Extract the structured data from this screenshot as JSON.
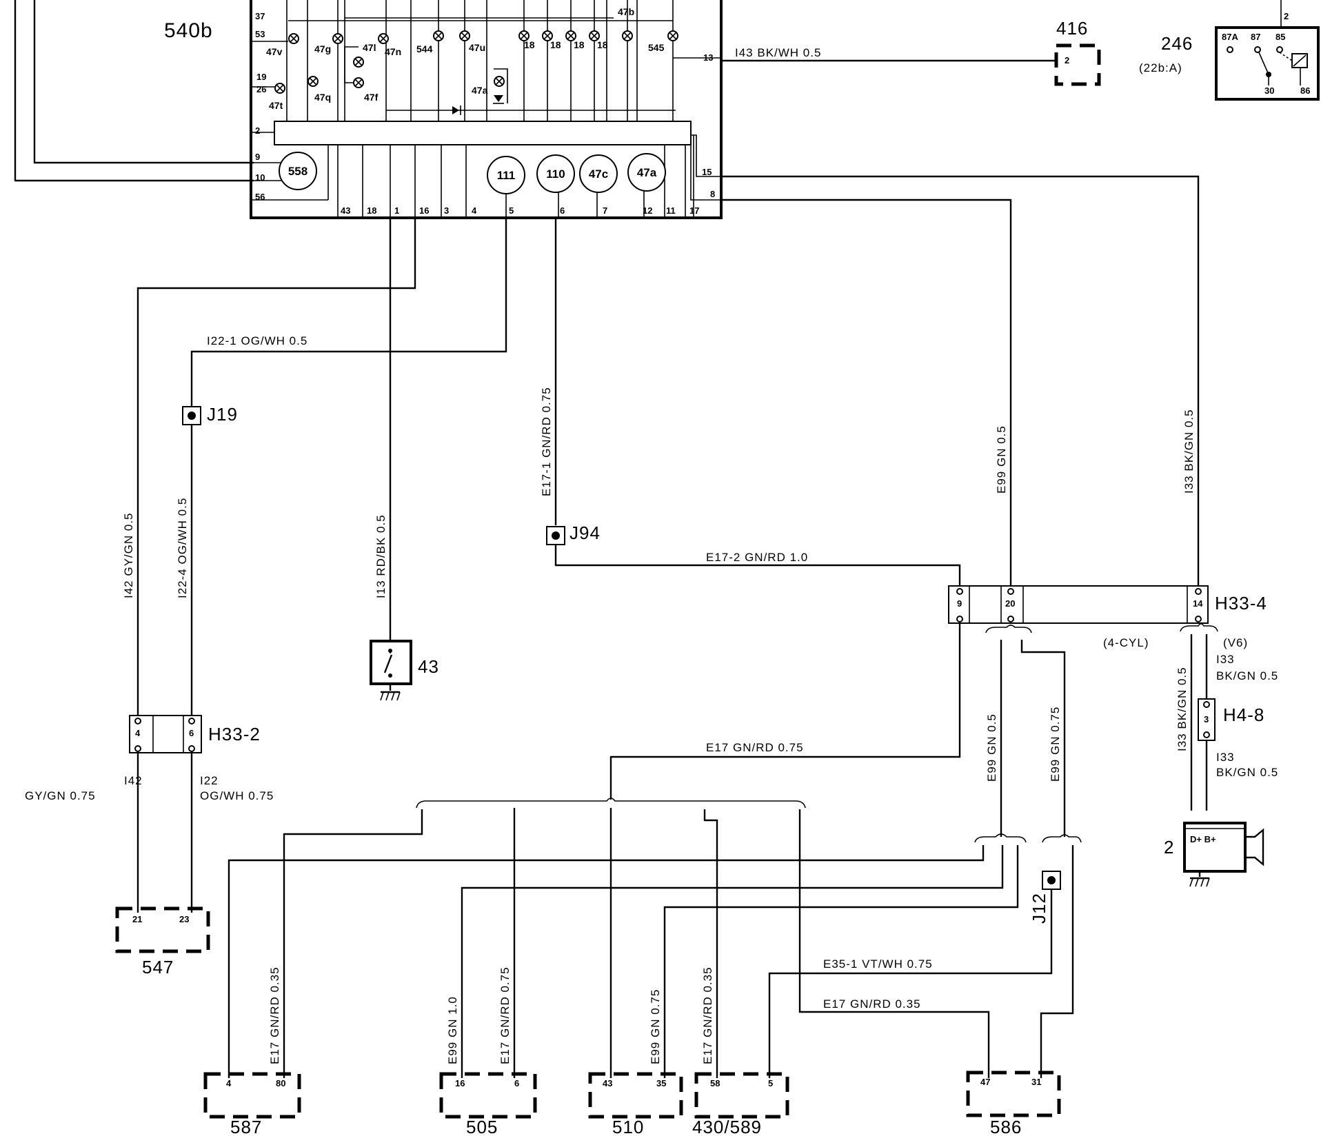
{
  "components": {
    "c540b": "540b",
    "c416": "416",
    "c246": "246",
    "c246_sub": "(22b:A)",
    "c43": "43",
    "c547": "547",
    "c587": "587",
    "c505": "505",
    "c510": "510",
    "c430_589": "430/589",
    "c586": "586",
    "c2": "2",
    "h33_2": "H33-2",
    "h33_4": "H33-4",
    "h4_8": "H4-8",
    "j19": "J19",
    "j94": "J94",
    "j12": "J12"
  },
  "relay_246_pins": {
    "p87a": "87A",
    "p87": "87",
    "p85": "85",
    "p30": "30",
    "p86": "86",
    "p2": "2"
  },
  "alternator_pins": "D+ B+",
  "cluster_pins_left": [
    "37",
    "53",
    "19",
    "26",
    "2",
    "9",
    "10",
    "56"
  ],
  "cluster_pins_bottom": [
    "43",
    "18",
    "1",
    "16",
    "3",
    "4",
    "5",
    "6",
    "7",
    "12",
    "11",
    "17"
  ],
  "cluster_pins_right": [
    "13",
    "15",
    "8"
  ],
  "cluster_bulbs": [
    "47v",
    "47g",
    "47l",
    "47n",
    "544",
    "47u",
    "18",
    "18",
    "18",
    "18",
    "47b",
    "545",
    "47t",
    "47q",
    "47f",
    "47a"
  ],
  "cluster_circles": [
    "558",
    "111",
    "110",
    "47c",
    "47a"
  ],
  "wires": {
    "i143": "I43   BK/WH  0.5",
    "i22_1": "I22-1    OG/WH  0.5",
    "e17_1": "E17-1   GN/RD 0.75",
    "e99_top": "E99   GN 0.5",
    "i33_top": "I33   BK/GN  0.5",
    "i42": "I42     GY/GN  0.5",
    "i22_4": "I22-4     OG/WH 0.5",
    "i13": "I13     RD/BK 0.5",
    "e17_2": "E17-2    GN/RD  1.0",
    "i42_b1": "I42",
    "i42_b2": "GY/GN  0.75",
    "i22_b1": "I22",
    "i22_b2": "OG/WH  0.75",
    "e17_mid": "E17 GN/RD 0.75",
    "four_cyl": "(4-CYL)",
    "v6": "(V6)",
    "i33_v6_a1": "I33",
    "i33_v6_a2": "BK/GN  0.5",
    "i33_v6_b1": "I33",
    "i33_v6_b2": "BK/GN  0.5",
    "i33_vert": "I33    BK/GN  0.5",
    "e99_l": "E99   GN  0.5",
    "e99_r": "E99   GN  0.75",
    "e35_1": "E35-1   VT/WH  0.75",
    "e17_035": "E17    GN/RD  0.35",
    "e17_587": "E17   GN/RD 0.35",
    "e99_505": "E99   GN 1.0",
    "e17_505": "E17   GN/RD 0.75",
    "e99_510": "E99   GN 0.75",
    "e17_430": "E17   GN/RD 0.35"
  },
  "connector_pins": {
    "p547": [
      "21",
      "23"
    ],
    "p587": [
      "4",
      "80"
    ],
    "p505": [
      "16",
      "6"
    ],
    "p510": [
      "43",
      "35"
    ],
    "p430": [
      "58",
      "5"
    ],
    "p586": [
      "47",
      "31"
    ],
    "p416": "2",
    "h33_2": [
      "4",
      "6"
    ],
    "h33_4": [
      "9",
      "20",
      "14"
    ],
    "h4_8": "3"
  }
}
